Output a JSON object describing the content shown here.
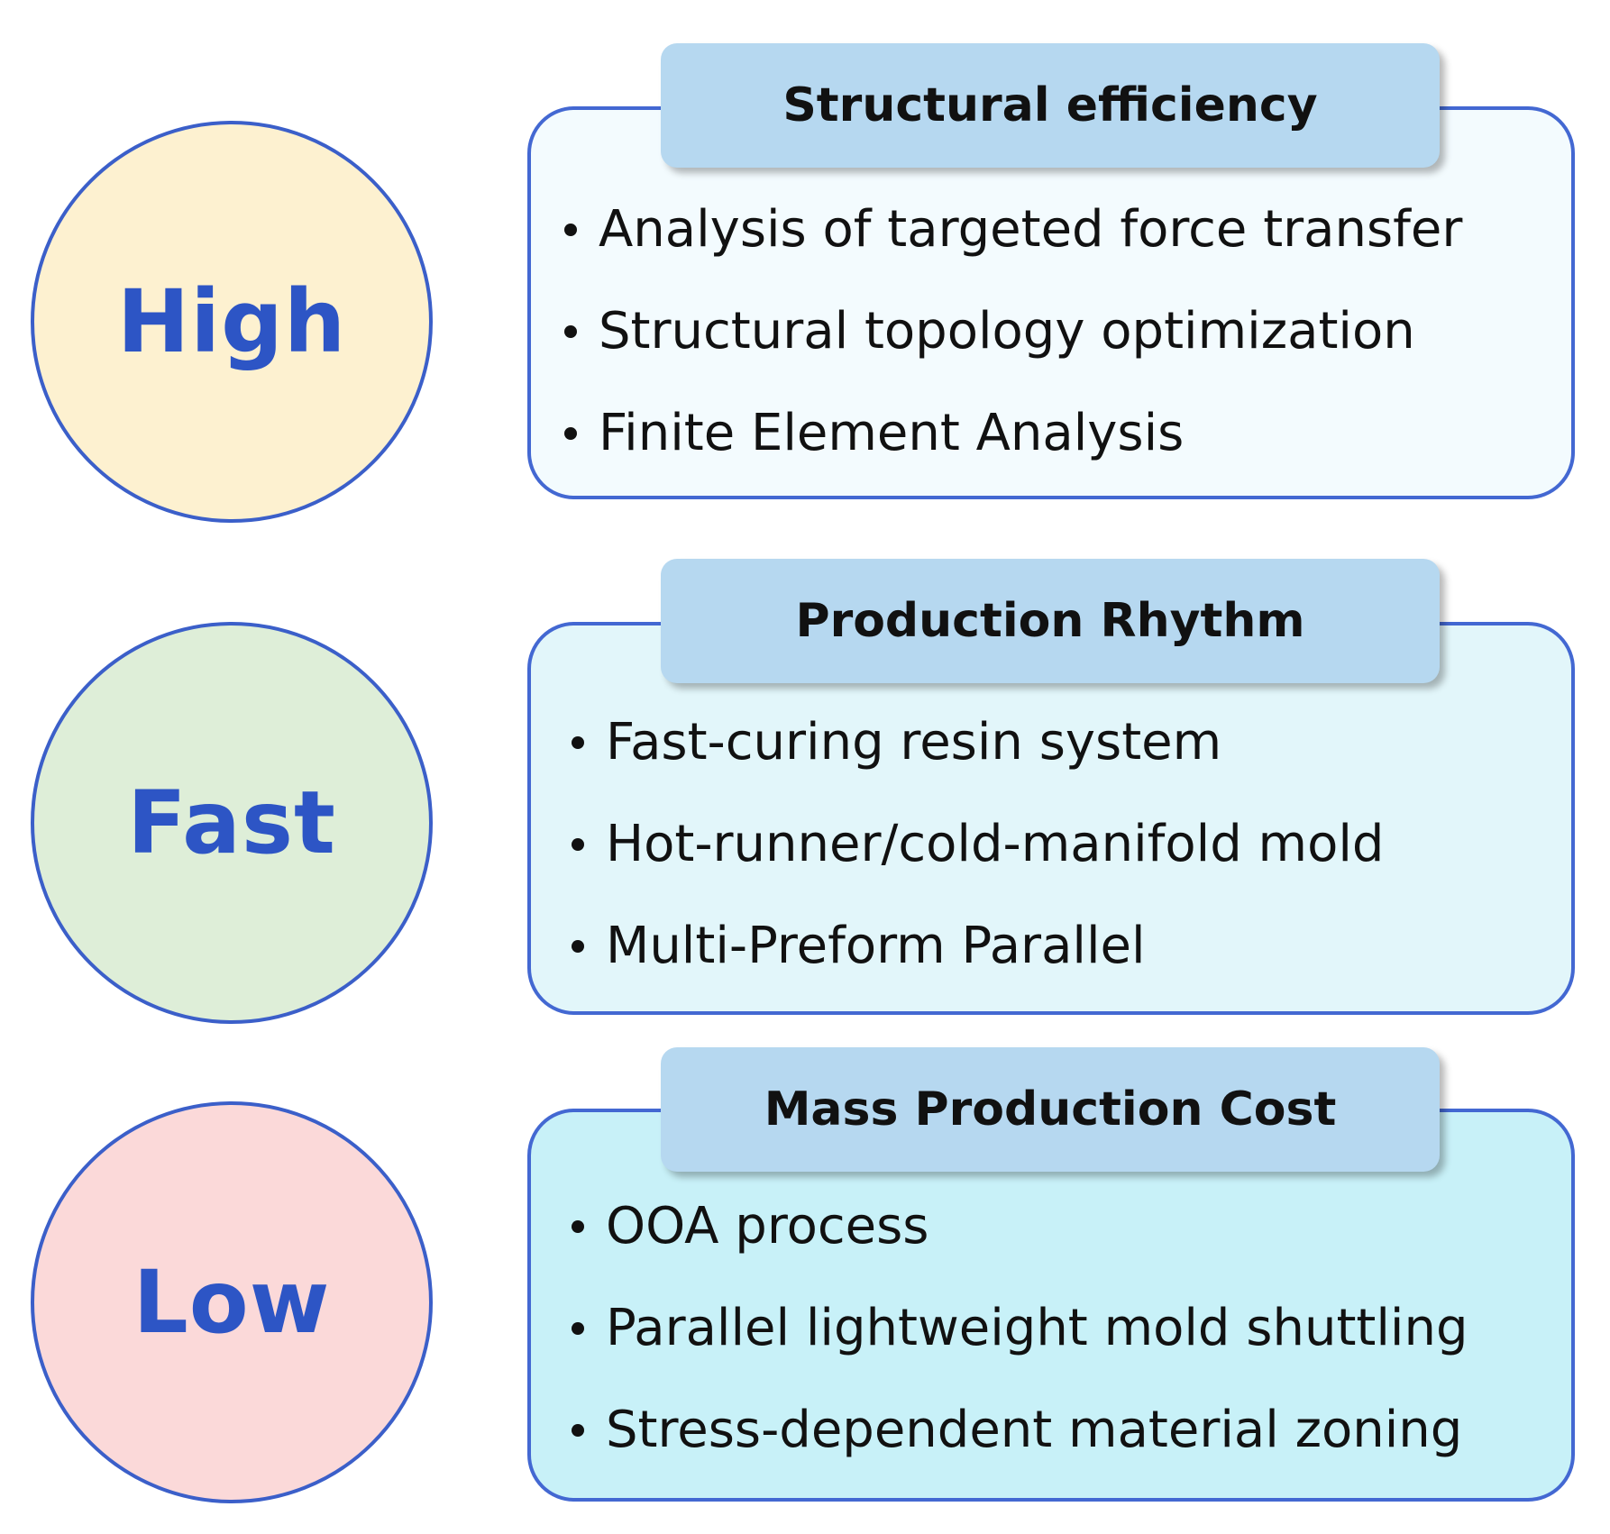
{
  "colors": {
    "circle_border": "#3b5fc9",
    "circle_text": "#2d55c5",
    "card_border": "#4368d2",
    "title_bg": "#b6d8f0"
  },
  "rows": [
    {
      "circle_label": "High",
      "circle_color": "#fdf1d0",
      "card_color": "#f3fbfe",
      "title": "Structural efficiency",
      "bullets": [
        "Analysis of targeted force transfer",
        "Structural topology optimization",
        "Finite Element Analysis"
      ]
    },
    {
      "circle_label": "Fast",
      "circle_color": "#deeed8",
      "card_color": "#e2f6fa",
      "title": "Production Rhythm",
      "bullets": [
        "Fast-curing resin system",
        "Hot-runner/cold-manifold mold",
        "Multi-Preform Parallel"
      ]
    },
    {
      "circle_label": "Low",
      "circle_color": "#fbd9d9",
      "card_color": "#c8f1f8",
      "title": "Mass Production Cost",
      "bullets": [
        "OOA process",
        "Parallel lightweight mold shuttling",
        "Stress-dependent material zoning"
      ]
    }
  ]
}
